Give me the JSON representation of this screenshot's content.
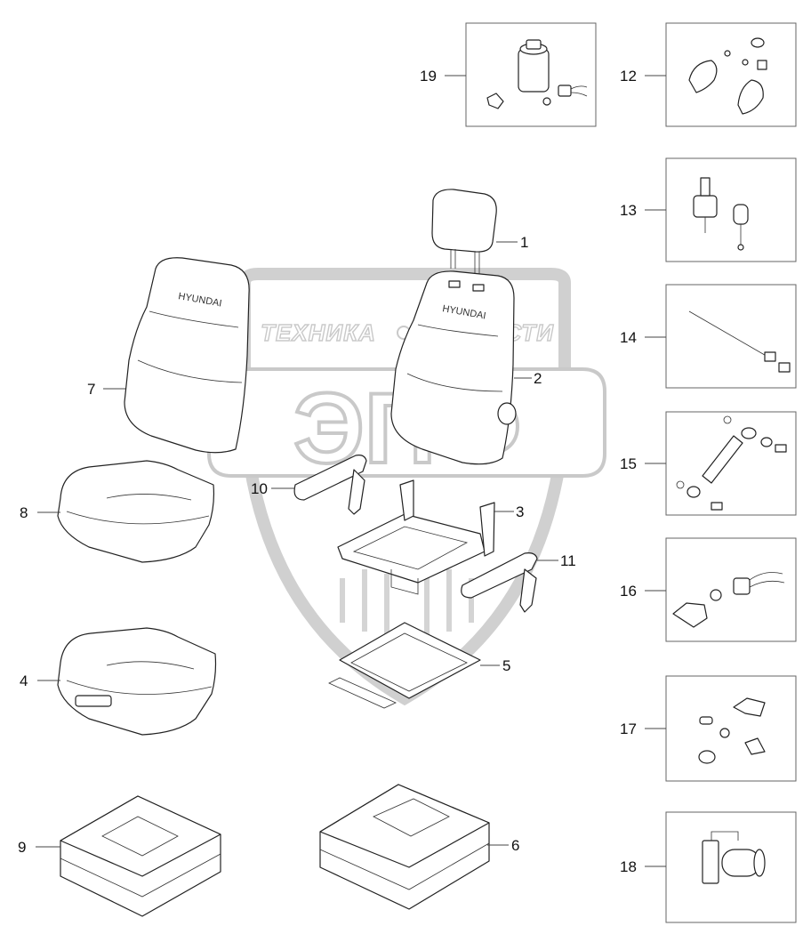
{
  "watermark": {
    "left_word": "ТЕХНИКА",
    "right_word": "ЗАПЧАСТИ",
    "big": "ЭПФ"
  },
  "seat_back_brand": "HYUNDAI",
  "callouts": {
    "c1": "1",
    "c2": "2",
    "c3": "3",
    "c4": "4",
    "c5": "5",
    "c6": "6",
    "c7": "7",
    "c8": "8",
    "c9": "9",
    "c10": "10",
    "c11": "11",
    "c12": "12",
    "c13": "13",
    "c14": "14",
    "c15": "15",
    "c16": "16",
    "c17": "17",
    "c18": "18",
    "c19": "19"
  }
}
